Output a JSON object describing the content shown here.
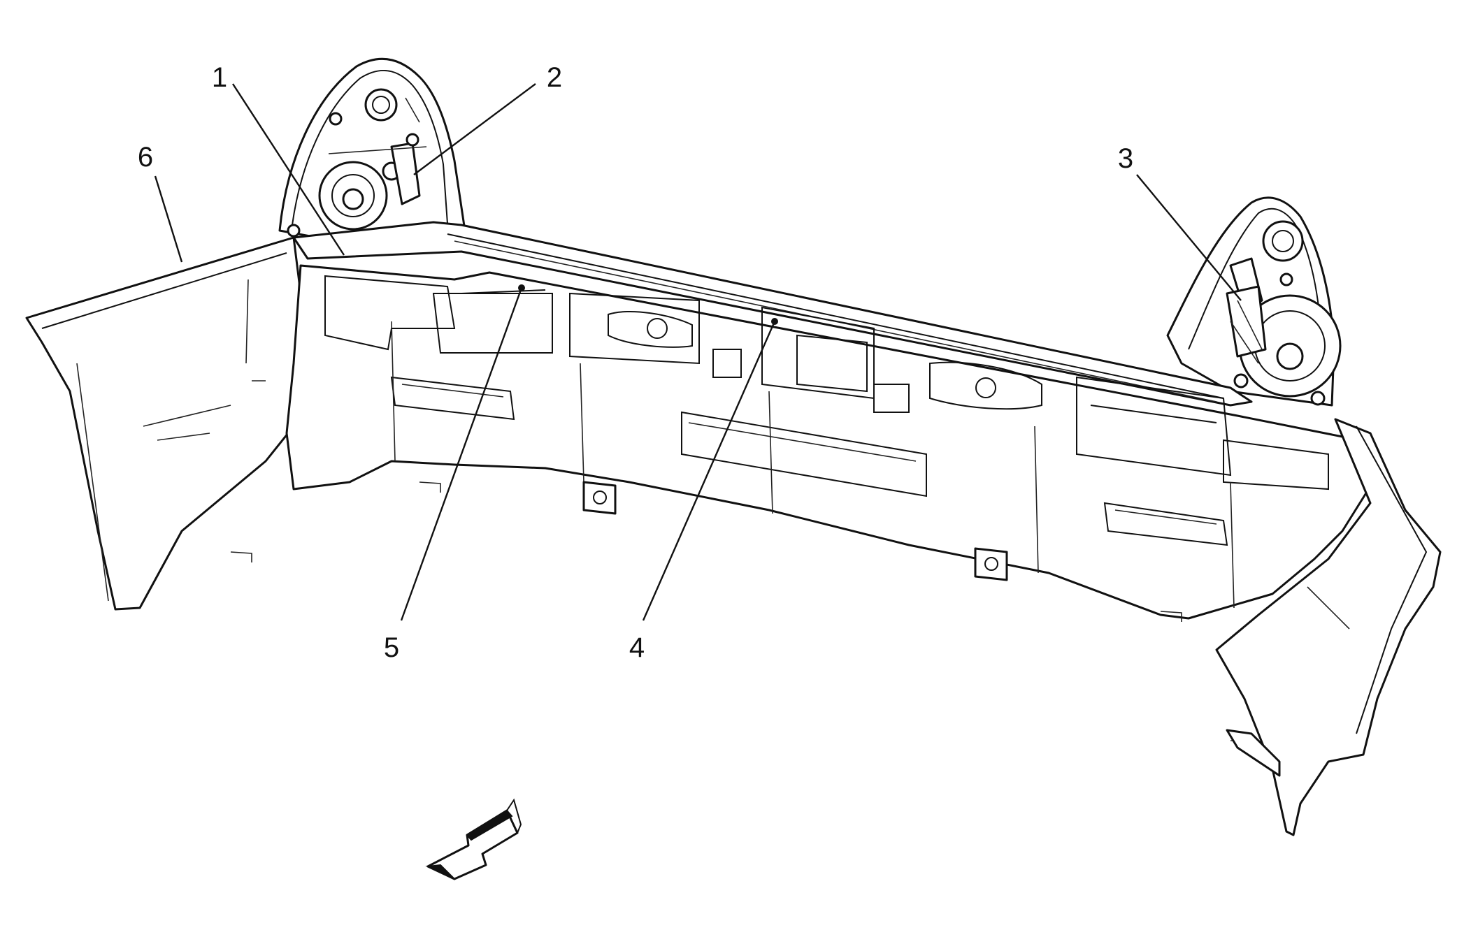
{
  "diagram": {
    "callouts": [
      {
        "id": "1",
        "label": "1"
      },
      {
        "id": "2",
        "label": "2"
      },
      {
        "id": "3",
        "label": "3"
      },
      {
        "id": "4",
        "label": "4"
      },
      {
        "id": "5",
        "label": "5"
      },
      {
        "id": "6",
        "label": "6"
      }
    ],
    "parts": {
      "fascia": "rear-bumper-fascia",
      "left_lamp": "left-tail-lamp-assembly",
      "right_lamp": "right-tail-lamp-assembly",
      "direction_arrow": "front-direction-arrow"
    },
    "colors": {
      "line": "#111111",
      "background": "#ffffff"
    }
  }
}
